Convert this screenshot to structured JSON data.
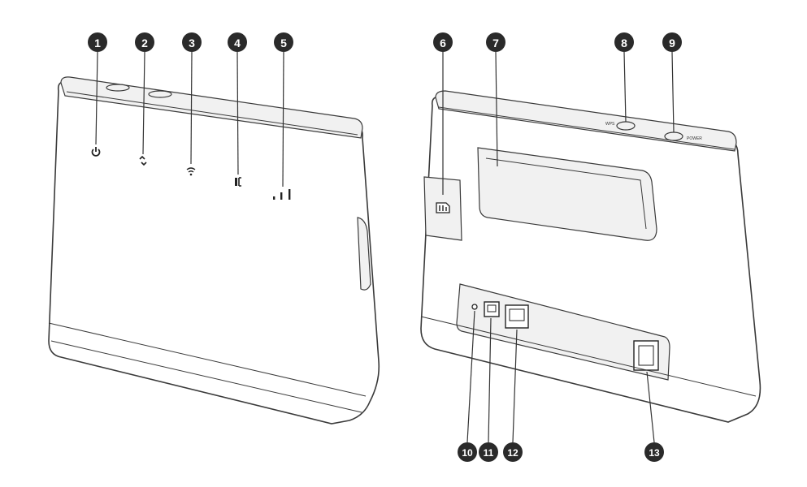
{
  "figure": {
    "left_view": "front",
    "right_view": "back"
  },
  "callouts": [
    {
      "id": "1",
      "label": "1"
    },
    {
      "id": "2",
      "label": "2"
    },
    {
      "id": "3",
      "label": "3"
    },
    {
      "id": "4",
      "label": "4"
    },
    {
      "id": "5",
      "label": "5"
    },
    {
      "id": "6",
      "label": "6"
    },
    {
      "id": "7",
      "label": "7"
    },
    {
      "id": "8",
      "label": "8"
    },
    {
      "id": "9",
      "label": "9"
    },
    {
      "id": "10",
      "label": "10"
    },
    {
      "id": "11",
      "label": "11"
    },
    {
      "id": "12",
      "label": "12"
    },
    {
      "id": "13",
      "label": "13"
    }
  ],
  "indicator_icons": [
    "power-icon",
    "network-mode-icon",
    "wifi-icon",
    "lan-icon",
    "signal-strength-icon"
  ],
  "colors": {
    "outline": "#3a3a3a",
    "callout_fill": "#2a2a2a",
    "callout_text": "#ffffff",
    "background": "#ffffff"
  }
}
